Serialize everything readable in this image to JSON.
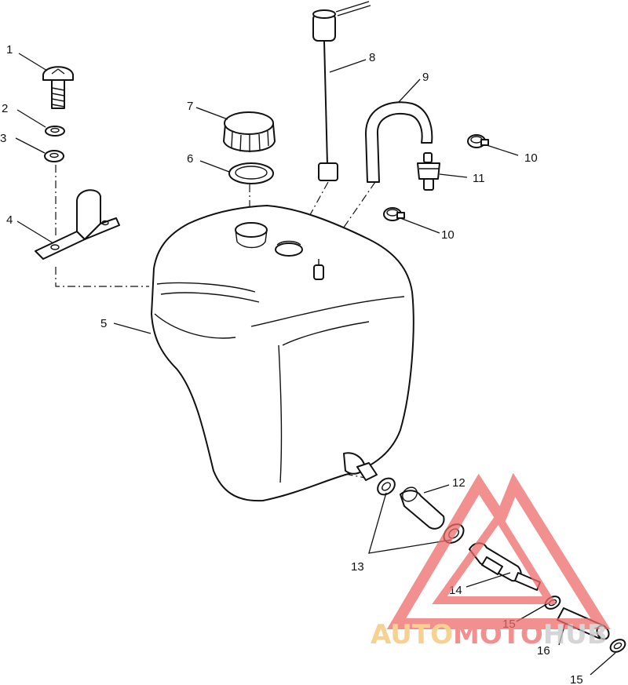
{
  "callouts": {
    "c1": "1",
    "c2": "2",
    "c3": "3",
    "c4": "4",
    "c5": "5",
    "c6": "6",
    "c7": "7",
    "c8": "8",
    "c9": "9",
    "c10a": "10",
    "c10b": "10",
    "c11": "11",
    "c12": "12",
    "c13": "13",
    "c14": "14",
    "c15a": "15",
    "c15b": "15",
    "c16": "16"
  },
  "watermark": {
    "part1": "AUTO",
    "part2": "MOTO",
    "part3": "HUB",
    "color_yellow": "#f5c26b",
    "color_red": "#ee6a6a",
    "color_gray": "#c8c8c8"
  }
}
